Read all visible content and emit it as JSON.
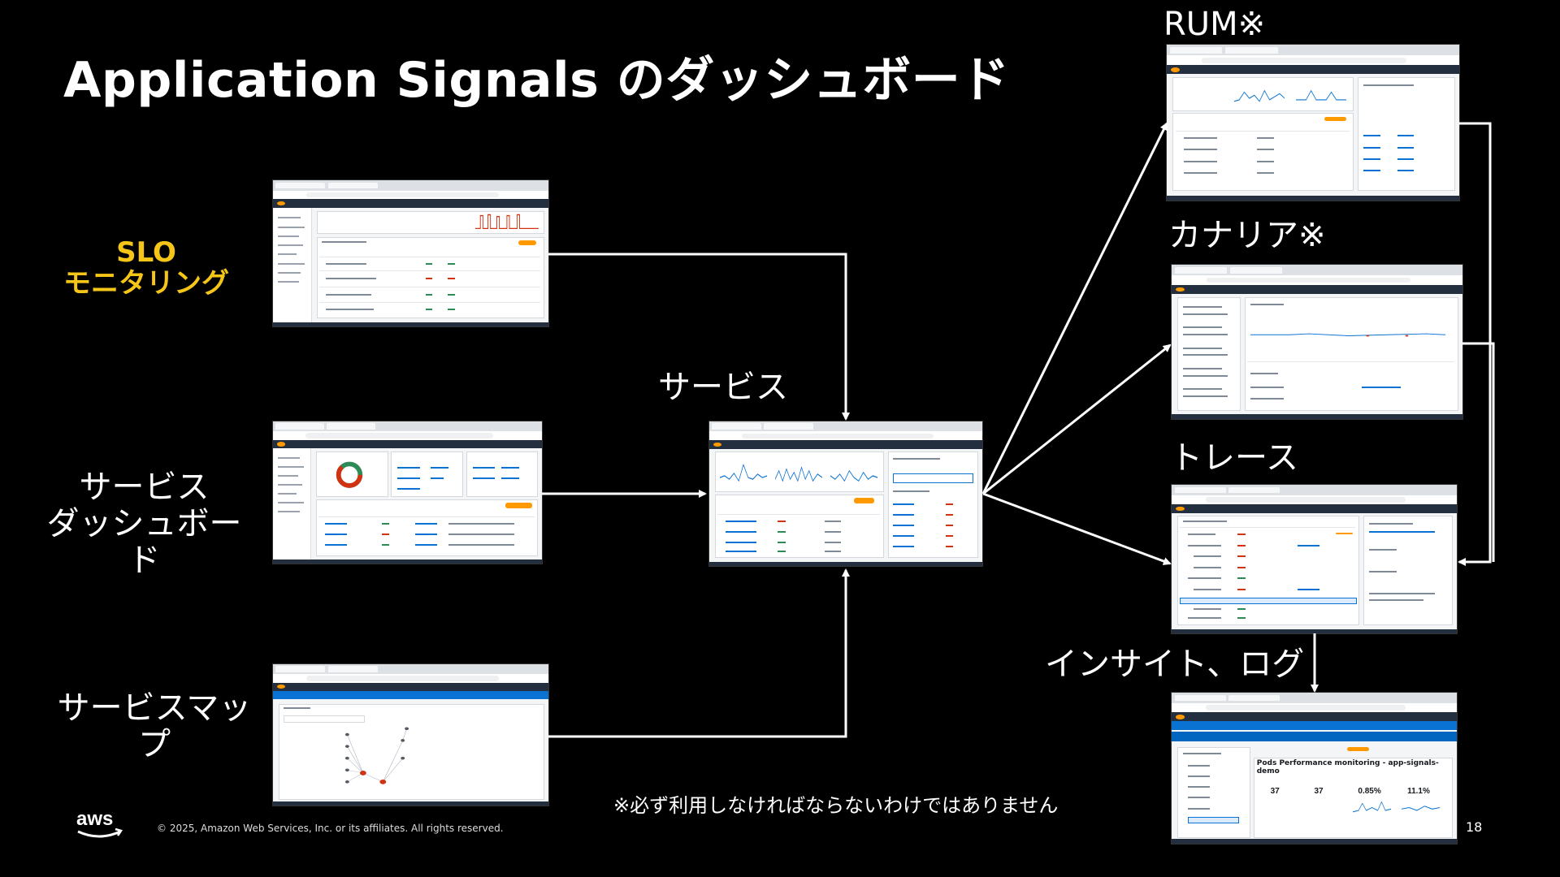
{
  "title": "Application Signals のダッシュボード",
  "labels": {
    "slo": "SLO\nモニタリング",
    "service_dashboard": "サービス\nダッシュボード",
    "service_map": "サービスマップ",
    "service": "サービス",
    "rum": "RUM※",
    "canary": "カナリア※",
    "trace": "トレース",
    "insights_logs": "インサイト、ログ"
  },
  "note": "※必ず利用しなければならないわけではありません",
  "copyright": "© 2025, Amazon Web Services, Inc. or its affiliates. All rights reserved.",
  "page_number": "18",
  "insights_metrics": {
    "v1": "37",
    "v2": "37",
    "v3": "0.85%",
    "v4": "11.1%"
  },
  "colors": {
    "background": "#000000",
    "slo_label": "#f5c518",
    "arrow": "#ffffff",
    "aws_orange": "#ff9900"
  }
}
